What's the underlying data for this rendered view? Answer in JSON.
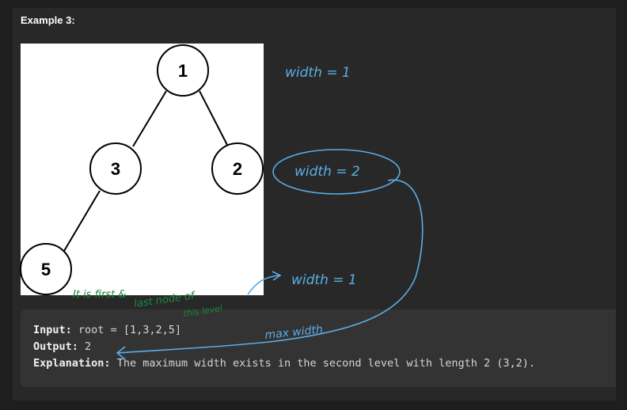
{
  "section_title": "Example 3:",
  "tree": {
    "nodes": [
      "1",
      "3",
      "2",
      "5"
    ]
  },
  "annotations": {
    "level1": "width = 1",
    "level2": "width = 2",
    "level3": "width = 1",
    "note_line1": "It is first &",
    "note_line2": "last node of",
    "note_line3": "this level",
    "max_width": "max width"
  },
  "example": {
    "input_label": "Input:",
    "input_value": "root = [1,3,2,5]",
    "output_label": "Output:",
    "output_value": "2",
    "explanation_label": "Explanation:",
    "explanation_value": "The maximum width exists in the second level with length 2 (3,2)."
  },
  "colors": {
    "annotation_blue": "#5aaee8",
    "annotation_green": "#1a8a3a"
  }
}
